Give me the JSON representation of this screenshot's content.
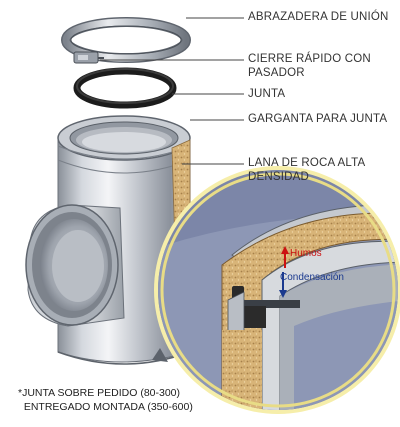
{
  "labels": {
    "abrazadera": "ABRAZADERA DE UNIÓN",
    "cierre_line1": "CIERRE RÁPIDO CON",
    "cierre_line2": "PASADOR",
    "junta": "JUNTA",
    "garganta": "GARGANTA PARA JUNTA",
    "lana_line1": "LANA DE ROCA ALTA",
    "lana_line2": "DENSIDAD"
  },
  "detail": {
    "humos": "Humos",
    "condensacion": "Condensación"
  },
  "footnote": {
    "line1": "*JUNTA SOBRE PEDIDO (80-300)",
    "line2": "  ENTREGADO MONTADA (350-600)"
  },
  "colors": {
    "steel_light": "#e6e8ec",
    "steel_mid": "#b9bdc5",
    "steel_dark": "#7e848e",
    "insulation": "#d9b57a",
    "detail_bg": "#7c86a8",
    "detail_ring": "#f6eeaa",
    "humos": "#cc1111",
    "condensacion": "#1b3a8f"
  }
}
